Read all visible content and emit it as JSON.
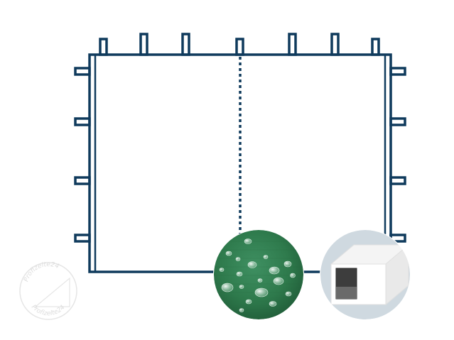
{
  "illustration": {
    "subject": "side-wall-panel-with-zip-and-loops",
    "line_color": "#0f3a5c",
    "background_color": "#ffffff",
    "top_loop_count": 7,
    "left_loop_count": 4,
    "right_loop_count": 4,
    "has_center-zip": true
  },
  "insets": {
    "fabric": {
      "icon": "water-droplets-on-fabric",
      "color": "#2e7d4f"
    },
    "profile": {
      "icon": "square-tube-profile",
      "background": "#cfd9e0"
    }
  },
  "watermark": {
    "top_text": "Profizelte24",
    "bottom_text": "Profizelte24"
  }
}
